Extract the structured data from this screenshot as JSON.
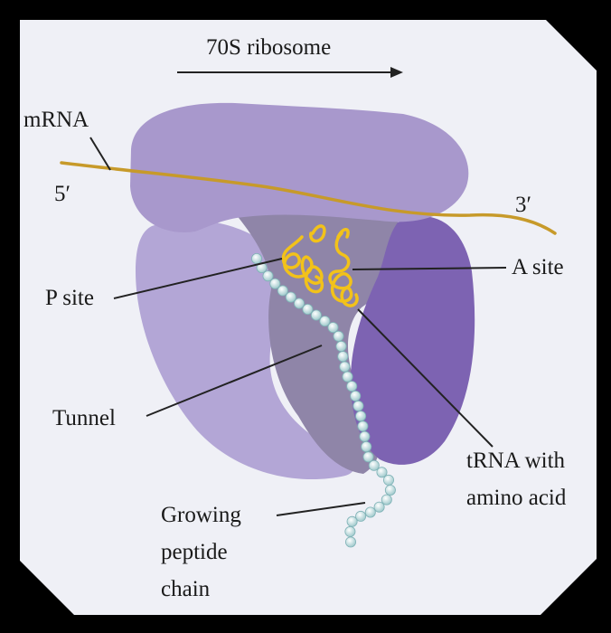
{
  "diagram": {
    "title": "70S ribosome",
    "labels": {
      "mrna": "mRNA",
      "five_prime": "5′",
      "three_prime": "3′",
      "p_site": "P site",
      "a_site": "A site",
      "tunnel": "Tunnel",
      "trna_line1": "tRNA with",
      "trna_line2": "amino acid",
      "growing_line1": "Growing",
      "growing_line2": "peptide",
      "growing_line3": "chain"
    },
    "colors": {
      "background_frame": "#000000",
      "panel": "#eff0f6",
      "large_subunit": "#a898cc",
      "small_subunit": "#b3a6d6",
      "right_lobe": "#7d63b2",
      "tunnel_shade": "#8f85a8",
      "mrna": "#c79a2a",
      "trna": "#f2c21a",
      "peptide_beads": "#d9eef0"
    }
  }
}
